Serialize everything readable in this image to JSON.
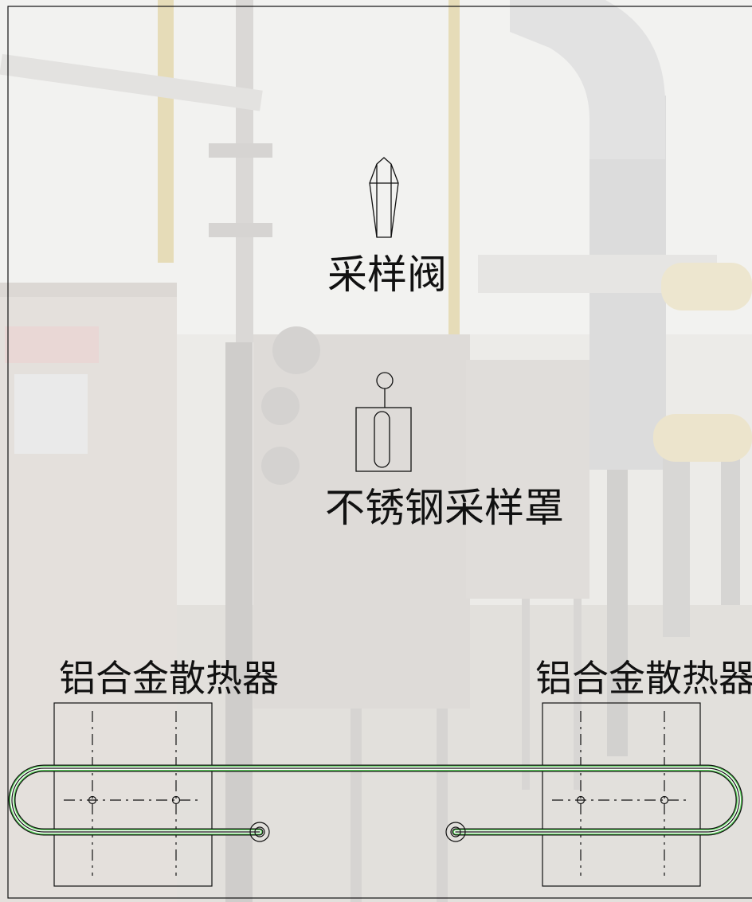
{
  "labels": {
    "valve": "采样阀",
    "hood": "不锈钢采样罩",
    "radiator_left": "铝合金散热器",
    "radiator_right": "铝合金散热器"
  },
  "colors": {
    "line": "#111111",
    "pipe_highlight": "#5fd35f",
    "background": "#ececea"
  }
}
